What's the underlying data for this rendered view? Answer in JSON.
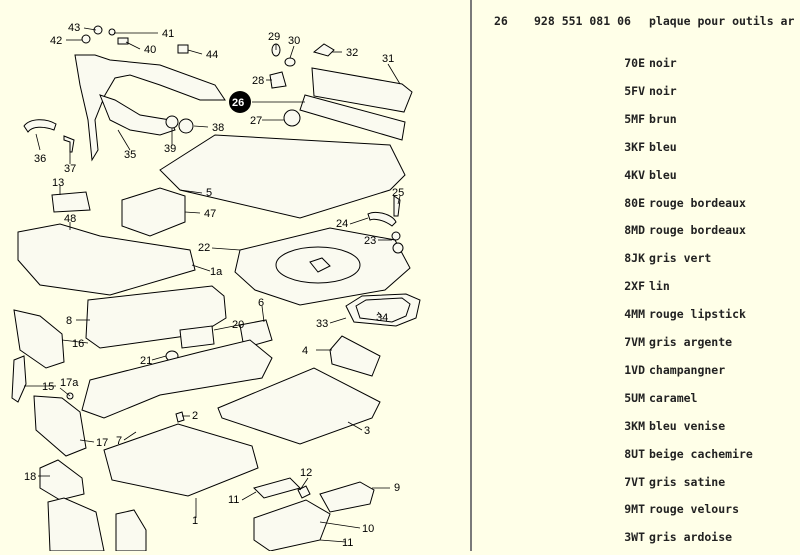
{
  "diagram": {
    "labels": [
      "43",
      "42",
      "41",
      "40",
      "44",
      "29",
      "30",
      "32",
      "31",
      "28",
      "26",
      "27",
      "36",
      "37",
      "35",
      "39",
      "38",
      "13",
      "48",
      "47",
      "5",
      "25",
      "24",
      "23",
      "22",
      "1a",
      "8",
      "6",
      "16",
      "20",
      "21",
      "34",
      "33",
      "4",
      "15",
      "17a",
      "2",
      "3",
      "7",
      "17",
      "18",
      "12",
      "11",
      "9",
      "10",
      "1",
      "11"
    ],
    "highlighted": "26"
  },
  "parts": {
    "header": {
      "no": "26",
      "part_number": "928 551 081 06",
      "desc": "plaque pour outils ar"
    },
    "items": [
      {
        "code": "70E",
        "desc": "noir"
      },
      {
        "code": "5FV",
        "desc": "noir"
      },
      {
        "code": "5MF",
        "desc": "brun"
      },
      {
        "code": "3KF",
        "desc": "bleu"
      },
      {
        "code": "4KV",
        "desc": "bleu"
      },
      {
        "code": "80E",
        "desc": "rouge bordeaux"
      },
      {
        "code": "8MD",
        "desc": "rouge bordeaux"
      },
      {
        "code": "8JK",
        "desc": "gris vert"
      },
      {
        "code": "2XF",
        "desc": "lin"
      },
      {
        "code": "4MM",
        "desc": "rouge lipstick"
      },
      {
        "code": "7VM",
        "desc": "gris argente"
      },
      {
        "code": "1VD",
        "desc": "champangner"
      },
      {
        "code": "5UM",
        "desc": "caramel"
      },
      {
        "code": "3KM",
        "desc": "bleu venise"
      },
      {
        "code": "8UT",
        "desc": "beige cachemire"
      },
      {
        "code": "7VT",
        "desc": "gris satine"
      },
      {
        "code": "9MT",
        "desc": "rouge velours"
      },
      {
        "code": "3WT",
        "desc": "gris ardoise"
      }
    ]
  }
}
